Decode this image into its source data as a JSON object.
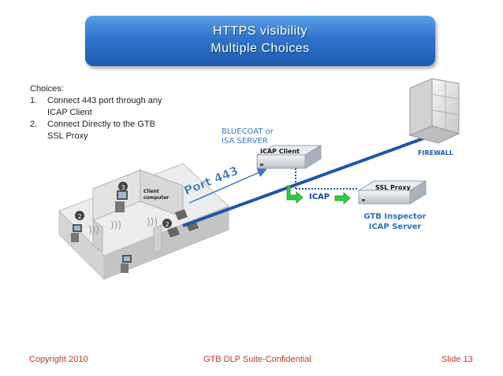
{
  "title": {
    "line1": "HTTPS visibility",
    "line2": "Multiple Choices"
  },
  "choices": {
    "heading": "Choices:",
    "items": [
      {
        "num": "1.",
        "text": "Connect 443 port through any ICAP Client"
      },
      {
        "num": "2.",
        "text": "Connect Directly to the GTB SSL Proxy"
      }
    ]
  },
  "diagram": {
    "bluecoat_line1": "BLUECOAT or",
    "bluecoat_line2": "ISA SERVER",
    "icap_client": "ICAP Client",
    "ssl_proxy": "SSL Proxy",
    "icap_label": "ICAP",
    "firewall": "FIREWALL",
    "gtb_line1": "GTB Inspector",
    "gtb_line2": "ICAP Server",
    "port_label": "Port 443",
    "client_line1": "Client",
    "client_line2": "computer",
    "badges": [
      "3",
      "2",
      "2"
    ]
  },
  "footer": {
    "copyright": "Copyright 2010",
    "confidential": "GTB DLP Suite-Confidential",
    "slide": "Slide 13"
  },
  "colors": {
    "title_blue": "#2f74cc",
    "arrow_blue": "#1f56a8",
    "icap_green": "#2ecc40",
    "footer_red": "#c0392b"
  }
}
